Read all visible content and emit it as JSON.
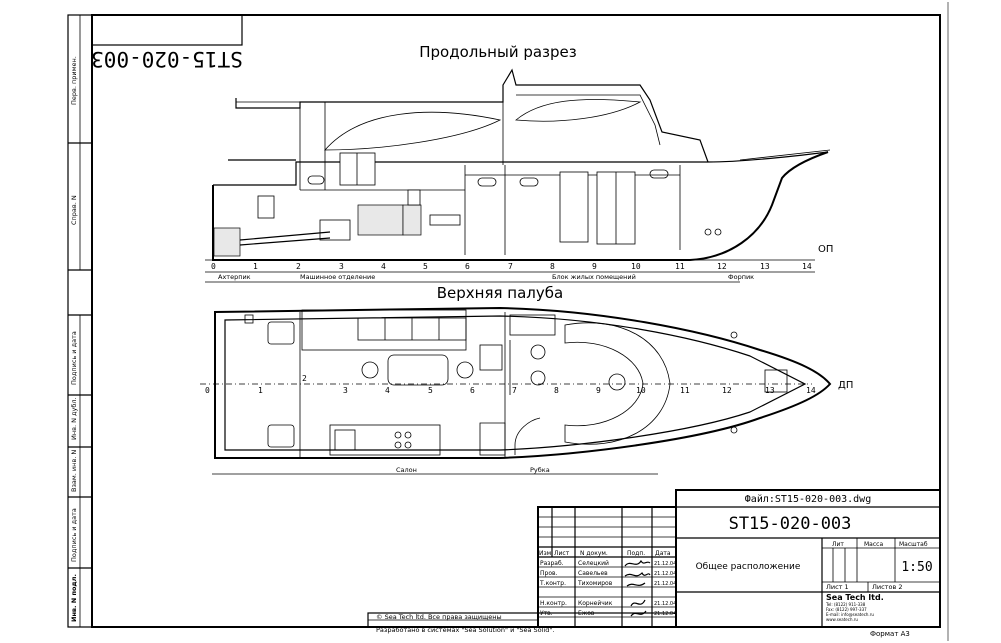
{
  "drawing": {
    "number_mirrored": "ST15-020-003",
    "side_view_title": "Продольный разрез",
    "top_view_title": "Верхняя палуба",
    "waterline_label_side": "ОП",
    "waterline_label_top": "ДП"
  },
  "frames_side": [
    "0",
    "1",
    "2",
    "3",
    "4",
    "5",
    "6",
    "7",
    "8",
    "9",
    "10",
    "11",
    "12",
    "13",
    "14"
  ],
  "frames_top": [
    "0",
    "1",
    "2",
    "3",
    "4",
    "5",
    "6",
    "7",
    "8",
    "9",
    "10",
    "11",
    "12",
    "13",
    "14"
  ],
  "compartments_side": [
    "Ахтерпик",
    "Машинное отделение",
    "Блок жилых помещений",
    "Форпик"
  ],
  "compartments_top": [
    "Салон",
    "Рубка"
  ],
  "left_strip": [
    "Перв. примен.",
    "Справ. N",
    "Подпись и дата",
    "Инв. N дубл.",
    "Взам. инв. N",
    "Подпись и дата",
    "Инв. N подл."
  ],
  "title_block": {
    "file": "Файл:ST15-020-003.dwg",
    "designation": "ST15-020-003",
    "name": "Общее расположение",
    "headers": [
      "Изм.",
      "Лист",
      "N докум.",
      "Подп.",
      "Дата"
    ],
    "rows": [
      {
        "role": "Разраб.",
        "person": "Селецкий",
        "date": "21.12.04"
      },
      {
        "role": "Пров.",
        "person": "Савельев",
        "date": "21.12.04"
      },
      {
        "role": "Т.контр.",
        "person": "Тихомиров",
        "date": "21.12.04"
      },
      {
        "role": "Н.контр.",
        "person": "Корнейчик",
        "date": "21.12.04"
      },
      {
        "role": "Утв.",
        "person": "Ежов",
        "date": "21.12.04"
      }
    ],
    "lit_label": "Лит",
    "mass_label": "Масса",
    "scale_label": "Масштаб",
    "scale_value": "1:50",
    "sheet_label": "Лист 1",
    "sheets_label": "Листов 2",
    "company_name": "Sea Tech ltd.",
    "company_line1": "Tel: (8122) 911-338",
    "company_line2": "Fax: (8122) 997-337",
    "company_line3": "E-mail: info@seatech.ru",
    "company_line4": "www.seatech.ru",
    "copyright": "© Sea Tech ltd. Все права защищены",
    "developed": "Разработано в системах \"Sea Solution\" и \"Sea Solid\".",
    "format": "Формат А3"
  }
}
